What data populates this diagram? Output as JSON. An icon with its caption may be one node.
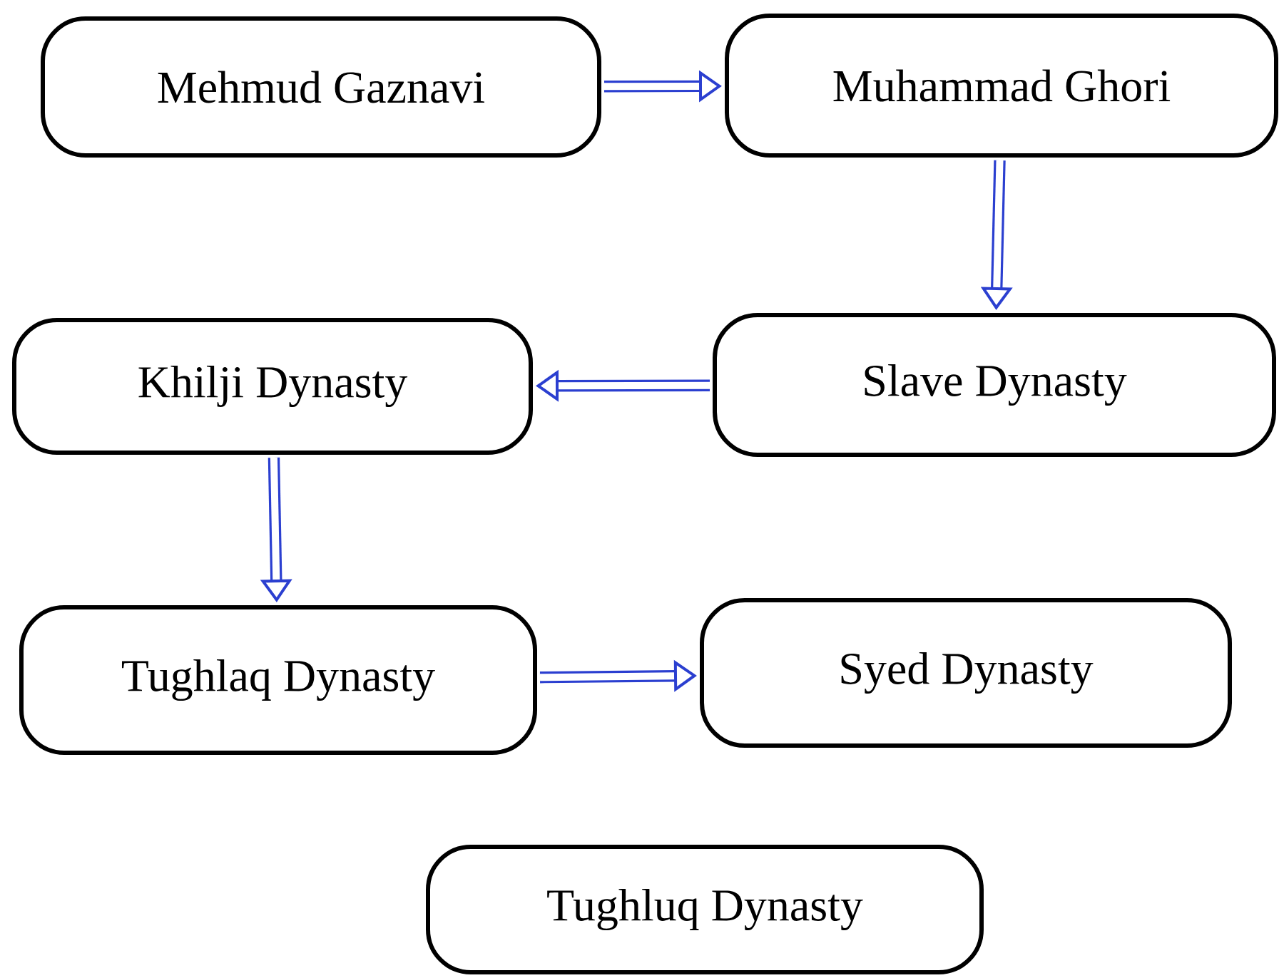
{
  "diagram": {
    "nodes": [
      {
        "text": [
          "Mehmud Gaznavi"
        ]
      },
      {
        "text": [
          "Muhammad Ghori"
        ]
      },
      {
        "text": [
          "Slave Dynasty"
        ]
      },
      {
        "text": [
          "Khilji Dynasty"
        ]
      },
      {
        "text": [
          "Tughlaq Dynasty"
        ]
      },
      {
        "text": [
          "Syed Dynasty"
        ]
      },
      {
        "text": [
          "Tughluq Dynasty"
        ]
      }
    ],
    "edges": [
      {
        "from": 0,
        "to": 1,
        "arrow": "to"
      },
      {
        "from": 1,
        "to": 2,
        "arrow": "to"
      },
      {
        "from": 2,
        "to": 3,
        "arrow": "to"
      },
      {
        "from": 3,
        "to": 4,
        "arrow": "to"
      },
      {
        "from": 4,
        "to": 5,
        "arrow": "to"
      }
    ]
  }
}
